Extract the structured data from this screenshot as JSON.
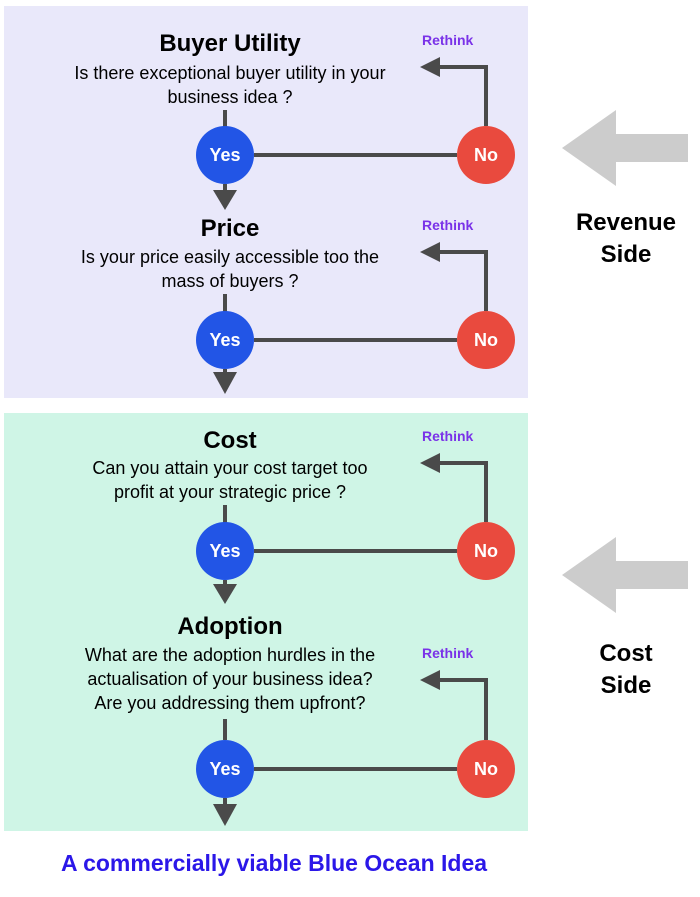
{
  "sections": {
    "revenue_label": "Revenue\nSide",
    "cost_label": "Cost\nSide"
  },
  "steps": [
    {
      "title": "Buyer Utility",
      "question": "Is there exceptional buyer utility in your\nbusiness idea ?",
      "yes": "Yes",
      "no": "No",
      "rethink": "Rethink"
    },
    {
      "title": "Price",
      "question": "Is your price easily accessible too the\nmass of buyers ?",
      "yes": "Yes",
      "no": "No",
      "rethink": "Rethink"
    },
    {
      "title": "Cost",
      "question": "Can you attain your cost target too\nprofit at your strategic price ?",
      "yes": "Yes",
      "no": "No",
      "rethink": "Rethink"
    },
    {
      "title": "Adoption",
      "question": "What are the adoption hurdles in the\nactualisation of your business idea?\nAre you addressing them upfront?",
      "yes": "Yes",
      "no": "No",
      "rethink": "Rethink"
    }
  ],
  "footer": {
    "text": "A commercially viable Blue Ocean Idea"
  },
  "colors": {
    "yes": "#2255e6",
    "no": "#e94a3e",
    "rethink": "#7a32e8",
    "revenue_panel": "#e9e8fa",
    "cost_panel": "#cff5e6",
    "footer": "#2b17e8",
    "arrow": "#cccccc"
  }
}
